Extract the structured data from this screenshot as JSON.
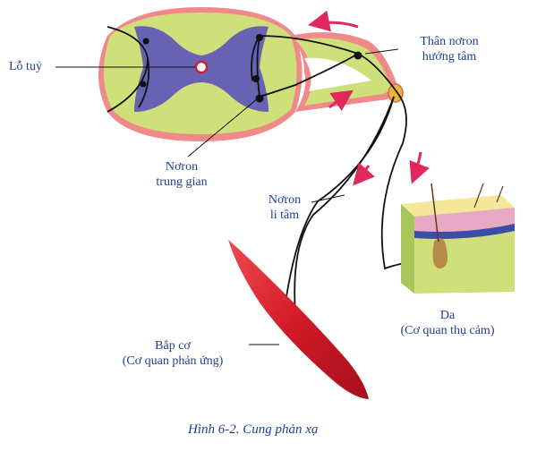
{
  "labels": {
    "lo_tuy": "Lỗ tuỷ",
    "than_noron_line1": "Thân nơron",
    "than_noron_line2": "hướng tâm",
    "noron_trung_gian_line1": "Nơron",
    "noron_trung_gian_line2": "trung gian",
    "noron_li_tam_line1": "Nơron",
    "noron_li_tam_line2": "li tâm",
    "da_line1": "Da",
    "da_line2": "(Cơ quan thụ cảm)",
    "bap_co_line1": "Bắp cơ",
    "bap_co_line2": "(Cơ quan phản ứng)"
  },
  "caption": "Hình 6-2. Cung phản xạ",
  "colors": {
    "label_text": "#1f3f8c",
    "cord_outer": "#f08a8a",
    "cord_white_matter": "#cfe07a",
    "cord_grey_matter": "#5b54b8",
    "muscle": "#d91f2c",
    "skin_top": "#e8a9c5",
    "arrow": "#e0285c",
    "nerve": "#111111"
  }
}
